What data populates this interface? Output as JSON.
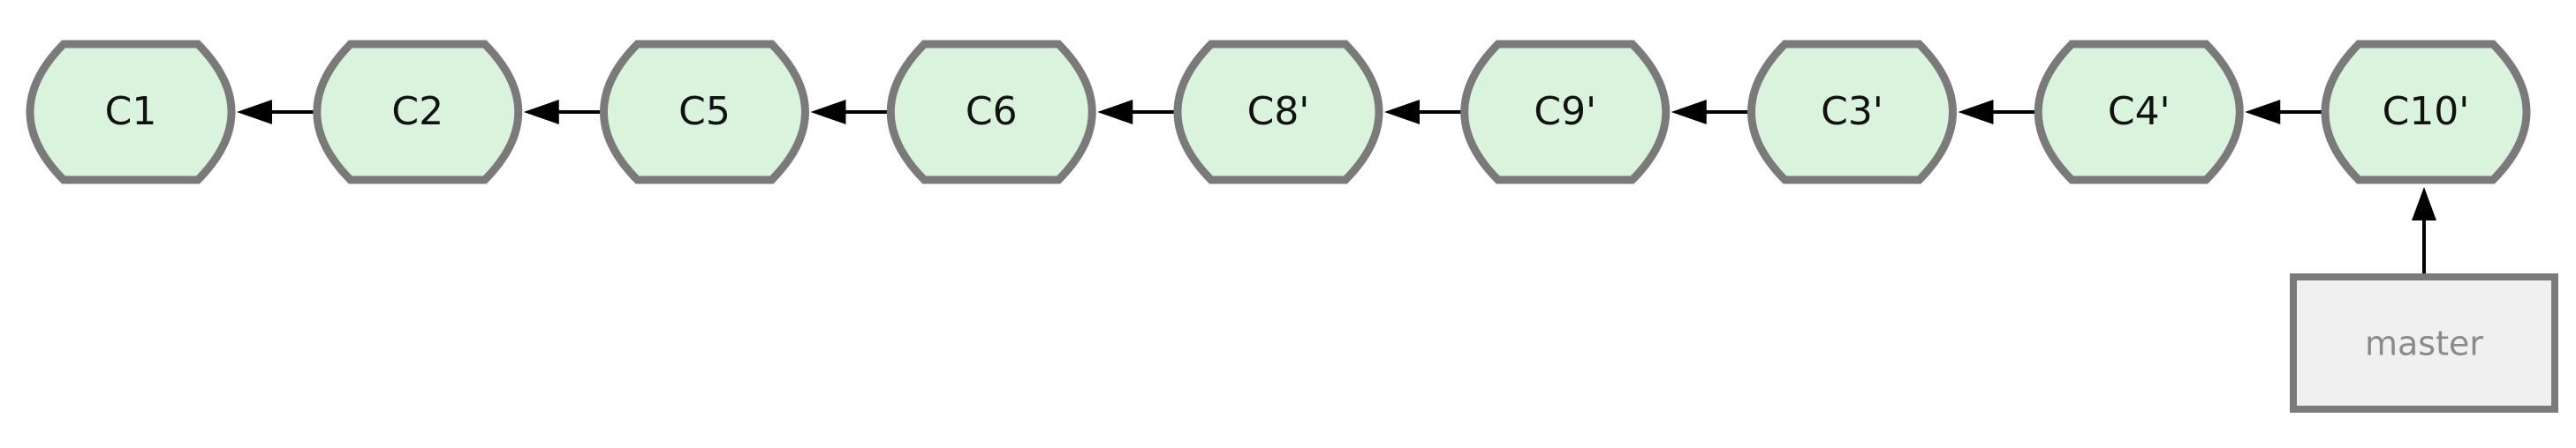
{
  "commits": [
    {
      "id": "C1"
    },
    {
      "id": "C2"
    },
    {
      "id": "C5"
    },
    {
      "id": "C6"
    },
    {
      "id": "C8'"
    },
    {
      "id": "C9'"
    },
    {
      "id": "C3'"
    },
    {
      "id": "C4'"
    },
    {
      "id": "C10'"
    }
  ],
  "branch": {
    "label": "master",
    "points_to": "C10'"
  },
  "colors": {
    "commit_fill": "#d9f3dd",
    "commit_stroke": "#7a7a7a",
    "branch_fill": "#f0f0f0",
    "branch_stroke": "#7a7a7a",
    "arrow": "#000000"
  }
}
